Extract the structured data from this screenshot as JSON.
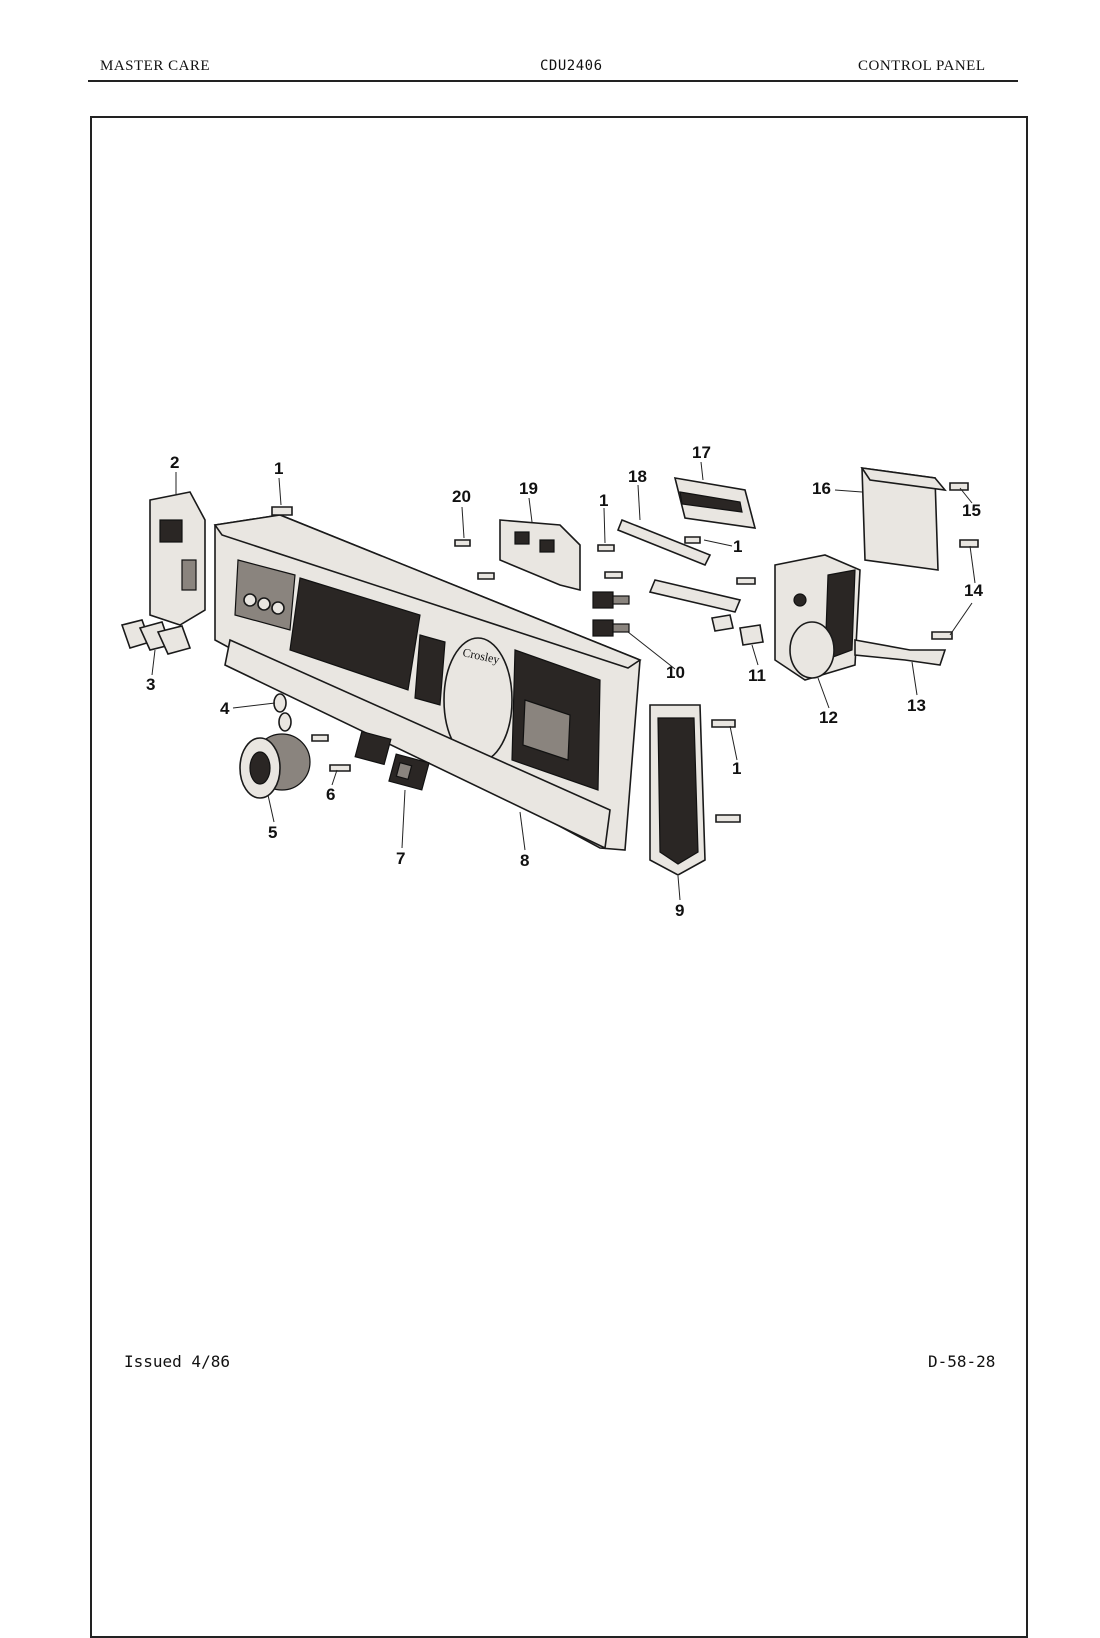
{
  "header": {
    "left": "MASTER CARE",
    "center": "CDU2406",
    "right": "CONTROL PANEL"
  },
  "footer": {
    "left": "Issued 4/86",
    "right": "D-58-28"
  },
  "panel_text": {
    "brand": "Crosley"
  },
  "callouts": [
    "1",
    "2",
    "20",
    "19",
    "1",
    "18",
    "17",
    "1",
    "16",
    "15",
    "14",
    "3",
    "4",
    "10",
    "11",
    "12",
    "13",
    "1",
    "6",
    "5",
    "7",
    "8",
    "9"
  ]
}
